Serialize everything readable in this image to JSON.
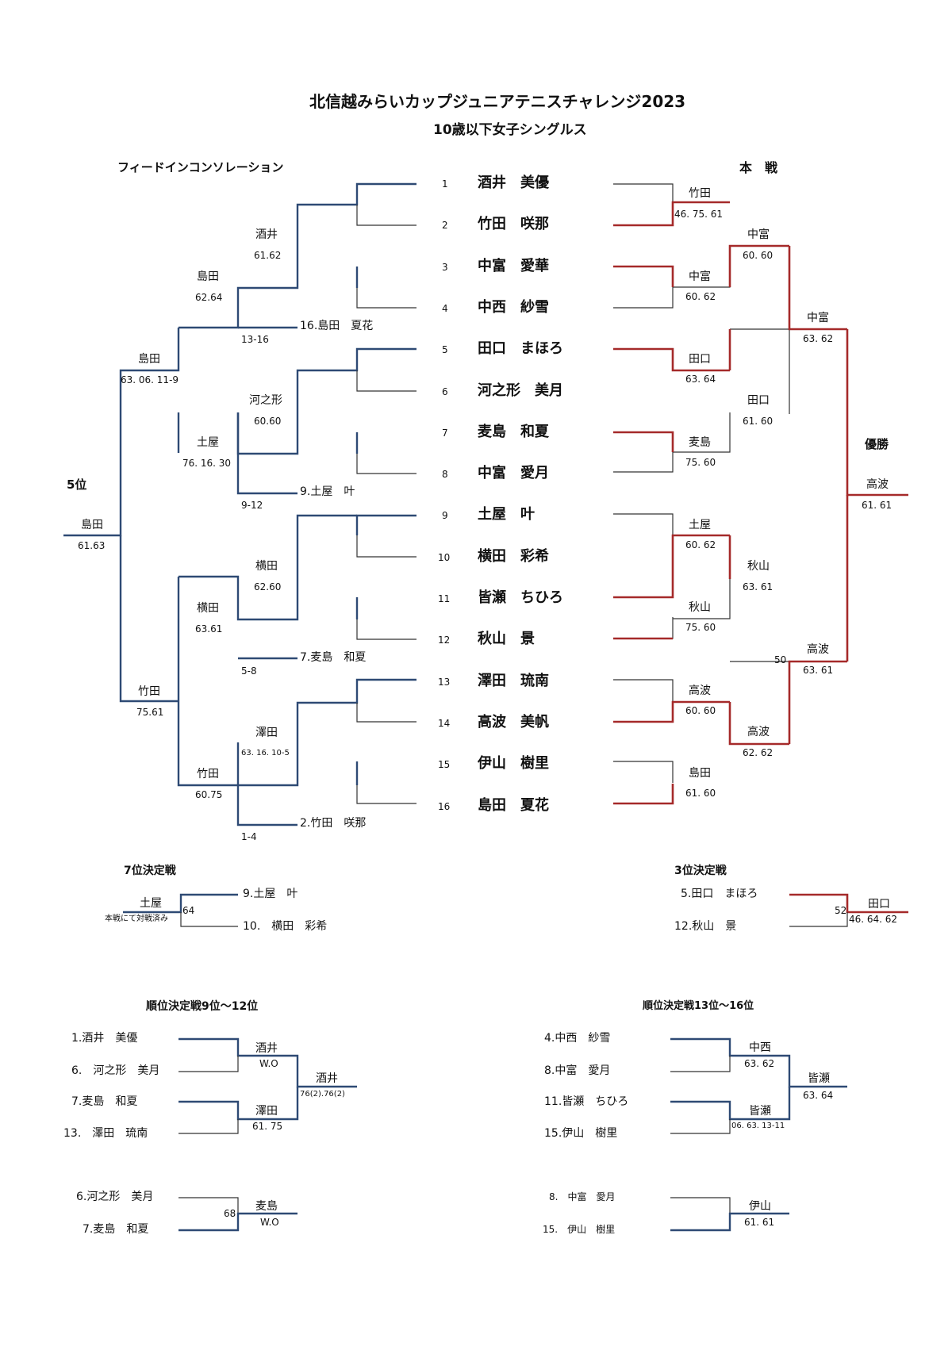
{
  "title": "北信越みらいカップジュニアテニスチャレンジ2023",
  "subtitle": "10歳以下女子シングルス",
  "colors": {
    "blue": "#2e4a74",
    "red": "#a52a2a",
    "thin": "#333333"
  },
  "main_draw": {
    "heading": "本　戦",
    "players": [
      {
        "seed": "1",
        "name": "酒井　美優"
      },
      {
        "seed": "2",
        "name": "竹田　咲那"
      },
      {
        "seed": "3",
        "name": "中富　愛華"
      },
      {
        "seed": "4",
        "name": "中西　紗雪"
      },
      {
        "seed": "5",
        "name": "田口　まほろ"
      },
      {
        "seed": "6",
        "name": "河之形　美月"
      },
      {
        "seed": "7",
        "name": "麦島　和夏"
      },
      {
        "seed": "8",
        "name": "中富　愛月"
      },
      {
        "seed": "9",
        "name": "土屋　叶"
      },
      {
        "seed": "10",
        "name": "横田　彩希"
      },
      {
        "seed": "11",
        "name": "皆瀬　ちひろ"
      },
      {
        "seed": "12",
        "name": "秋山　景"
      },
      {
        "seed": "13",
        "name": "澤田　琉南"
      },
      {
        "seed": "14",
        "name": "高波　美帆"
      },
      {
        "seed": "15",
        "name": "伊山　樹里"
      },
      {
        "seed": "16",
        "name": "島田　夏花"
      }
    ],
    "r1": [
      {
        "winner": "竹田",
        "score": "46. 75. 61"
      },
      {
        "winner": "中富",
        "score": "60. 62"
      },
      {
        "winner": "田口",
        "score": "63. 64"
      },
      {
        "winner": "麦島",
        "score": "75. 60"
      },
      {
        "winner": "土屋",
        "score": "60. 62"
      },
      {
        "winner": "秋山",
        "score": "75. 60"
      },
      {
        "winner": "高波",
        "score": "60. 60"
      },
      {
        "winner": "島田",
        "score": "61. 60"
      }
    ],
    "r2": [
      {
        "winner": "中富",
        "score": "60. 60"
      },
      {
        "winner": "田口",
        "score": "61. 60"
      },
      {
        "winner": "秋山",
        "score": "63. 61"
      },
      {
        "winner": "高波",
        "score": "62. 62"
      }
    ],
    "r3": [
      {
        "winner": "中富",
        "score": "63. 62"
      },
      {
        "winner": "高波",
        "score": "63. 61",
        "match_no": "50"
      }
    ],
    "final": {
      "label": "優勝",
      "winner": "高波",
      "score": "61. 61"
    }
  },
  "consolation": {
    "heading": "フィードインコンソレーション",
    "r1": [
      {
        "winner": "酒井",
        "score": "61.62"
      },
      {
        "winner": "河之形",
        "score": "60.60"
      },
      {
        "winner": "横田",
        "score": "62.60"
      },
      {
        "winner": "澤田",
        "score": "63. 16. 10-5"
      }
    ],
    "feeds": [
      {
        "name": "16.島田　夏花",
        "range": "13-16"
      },
      {
        "name": "9.土屋　叶",
        "range": "9-12"
      },
      {
        "name": "7.麦島　和夏",
        "range": "5-8"
      },
      {
        "name": "2.竹田　咲那",
        "range": "1-4"
      }
    ],
    "r2": [
      {
        "winner": "島田",
        "score": "62.64"
      },
      {
        "winner": "土屋",
        "score": "76. 16. 30"
      },
      {
        "winner": "横田",
        "score": "63.61"
      },
      {
        "winner": "竹田",
        "score": "60.75"
      }
    ],
    "r3": [
      {
        "winner": "島田",
        "score": "63. 06. 11-9"
      },
      {
        "winner": "竹田",
        "score": "75.61"
      }
    ],
    "final": {
      "label": "5位",
      "winner": "島田",
      "score": "61.63"
    }
  },
  "seventh_place": {
    "heading": "7位決定戦",
    "players": [
      "9.土屋　叶",
      "10.　横田　彩希"
    ],
    "winner": "土屋",
    "note": "本戦にて対戦済み",
    "match_no": "64"
  },
  "third_place": {
    "heading": "3位決定戦",
    "players": [
      "5.田口　まほろ",
      "12.秋山　景"
    ],
    "winner": "田口",
    "score": "46. 64. 62",
    "match_no": "52"
  },
  "place_9_12": {
    "heading": "順位決定戦9位～12位",
    "players": [
      "1.酒井　美優",
      "6.　河之形　美月",
      "7.麦島　和夏",
      "13.　澤田　琉南"
    ],
    "semis": [
      {
        "winner": "酒井",
        "score": "W.O"
      },
      {
        "winner": "澤田",
        "score": "61. 75"
      }
    ],
    "final": {
      "winner": "酒井",
      "score": "76(2).76(2)"
    }
  },
  "place_13_16": {
    "heading": "順位決定戦13位～16位",
    "players": [
      "4.中西　紗雪",
      "8.中富　愛月",
      "11.皆瀬　ちひろ",
      "15.伊山　樹里"
    ],
    "semis": [
      {
        "winner": "中西",
        "score": "63. 62"
      },
      {
        "winner": "皆瀬",
        "score": "06. 63. 13-11"
      }
    ],
    "final": {
      "winner": "皆瀬",
      "score": "63. 64"
    }
  },
  "match_10_11": {
    "players": [
      "6.河之形　美月",
      "7.麦島　和夏"
    ],
    "winner": "麦島",
    "score": "W.O",
    "match_no": "68"
  },
  "match_14_15": {
    "players": [
      "8.　中富　愛月",
      "15.　伊山　樹里"
    ],
    "winner": "伊山",
    "score": "61. 61"
  }
}
